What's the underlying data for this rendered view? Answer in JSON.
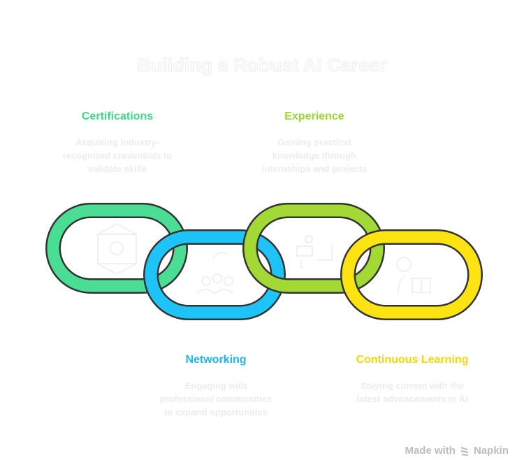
{
  "title": "Building a Robust AI Career",
  "items": [
    {
      "heading": "Certifications",
      "description": [
        "Acquiring industry-",
        "recognized credentials to",
        "validate skills"
      ],
      "color": "#4ade94",
      "icon": "certificate-icon"
    },
    {
      "heading": "Networking",
      "description": [
        "Engaging with",
        "professional communities",
        "to expand opportunities"
      ],
      "color": "#1ec4f7",
      "icon": "people-network-icon"
    },
    {
      "heading": "Experience",
      "description": [
        "Gaining practical",
        "knowledge through",
        "internships and projects"
      ],
      "color": "#a3d935",
      "icon": "person-laptop-icon"
    },
    {
      "heading": "Continuous Learning",
      "description": [
        "Staying current with the",
        "latest advancements in AI"
      ],
      "color": "#fde312",
      "icon": "person-reading-icon"
    }
  ],
  "footer": {
    "made_with": "Made with",
    "brand": "Napkin"
  }
}
